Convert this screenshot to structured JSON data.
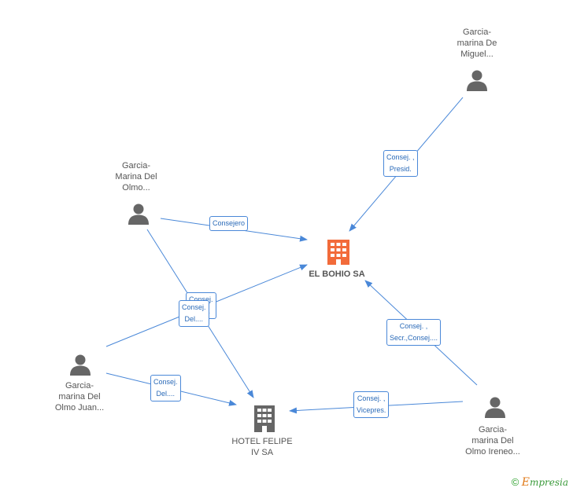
{
  "nodes": {
    "el_bohio": {
      "label": "EL BOHIO SA",
      "color": "#f26b3a"
    },
    "hotel_felipe": {
      "label_line1": "HOTEL FELIPE",
      "label_line2": "IV SA",
      "color": "#666666"
    },
    "person_de_miguel": {
      "line1": "Garcia-",
      "line2": "marina De",
      "line3": "Miguel..."
    },
    "person_del_olmo": {
      "line1": "Garcia-",
      "line2": "Marina Del",
      "line3": "Olmo..."
    },
    "person_juan": {
      "line1": "Garcia-",
      "line2": "marina Del",
      "line3": "Olmo Juan..."
    },
    "person_ireneo": {
      "line1": "Garcia-",
      "line2": "marina Del",
      "line3": "Olmo Ireneo..."
    }
  },
  "edges": {
    "de_miguel_bohio": {
      "line1": "Consej. ,",
      "line2": "Presid."
    },
    "del_olmo_bohio": {
      "line1": "Consejero"
    },
    "del_olmo_hotel": {
      "line1": "Consej.",
      "line2": "Del...."
    },
    "juan_bohio": {
      "line1": "Consej.",
      "line2": "Del...."
    },
    "juan_hotel": {
      "line1": "Consej.",
      "line2": "Del...."
    },
    "ireneo_bohio": {
      "line1": "Consej. ,",
      "line2": "Secr.,Consej...."
    },
    "ireneo_hotel": {
      "line1": "Consej. ,",
      "line2": "Vicepres."
    }
  },
  "colors": {
    "edge": "#4a88d8",
    "person_icon": "#666666"
  },
  "brand": {
    "copyright": "©",
    "e": "E",
    "rest": "mpresia"
  }
}
